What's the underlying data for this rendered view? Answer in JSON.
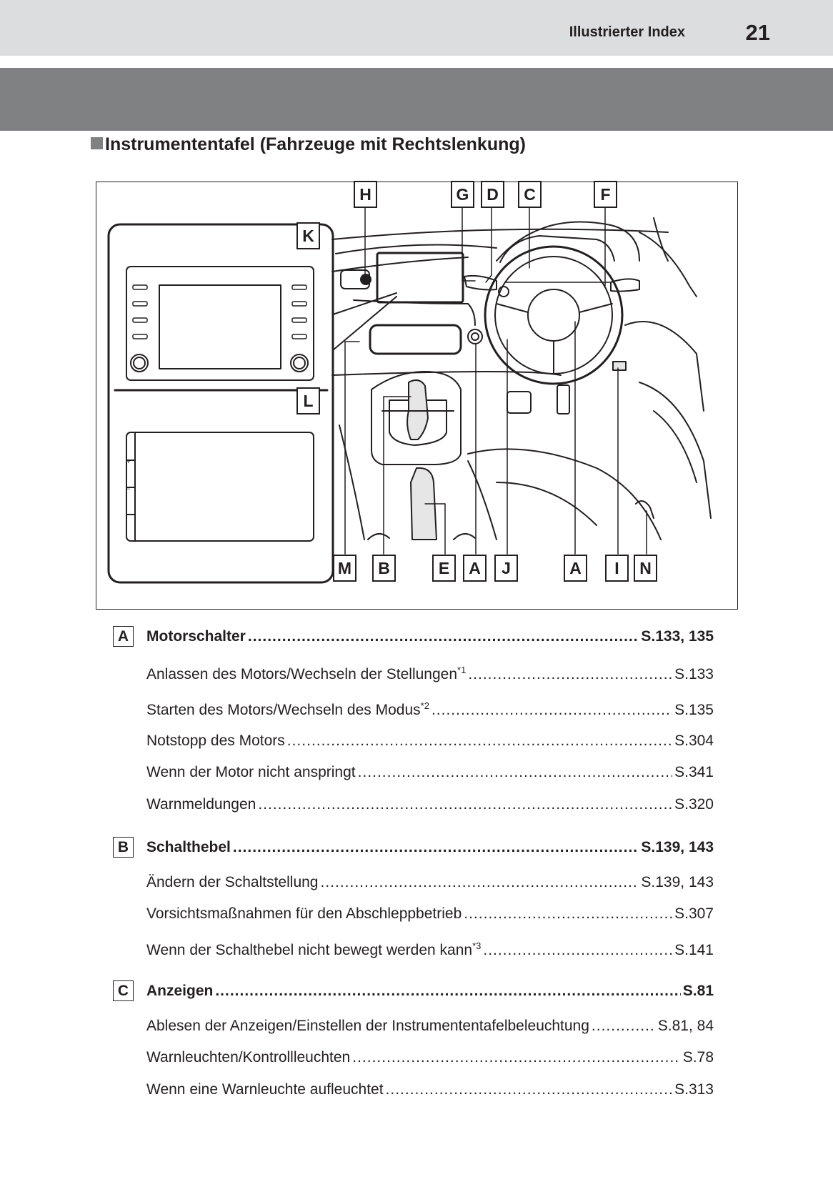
{
  "header": {
    "title": "Illustrierter Index",
    "page_number": "21"
  },
  "section_title": "Instrumententafel (Fahrzeuge mit Rechtslenkung)",
  "figure": {
    "callouts_top": [
      "H",
      "G",
      "D",
      "C",
      "F"
    ],
    "callout_side_k": "K",
    "callout_side_l": "L",
    "callouts_bottom": [
      "M",
      "B",
      "E",
      "A",
      "J",
      "A",
      "I",
      "N"
    ],
    "radio_buttons_left": [
      "",
      "",
      "",
      "",
      ""
    ],
    "radio_buttons_right": [
      "",
      "",
      "",
      "",
      ""
    ],
    "display_buttons": [
      "",
      "+",
      "−",
      ""
    ]
  },
  "groups": [
    {
      "letter": "A",
      "title": "Motorschalter",
      "page": "S.133, 135",
      "items": [
        {
          "label": "Anlassen des Motors/Wechseln der Stellungen",
          "note": "*1",
          "page": "S.133"
        },
        {
          "label": "Starten des Motors/Wechseln des Modus",
          "note": "*2",
          "page": "S.135"
        },
        {
          "label": "Notstopp des Motors",
          "note": "",
          "page": "S.304"
        },
        {
          "label": "Wenn der Motor nicht anspringt",
          "note": "",
          "page": "S.341"
        },
        {
          "label": "Warnmeldungen",
          "note": "",
          "page": "S.320"
        }
      ]
    },
    {
      "letter": "B",
      "title": "Schalthebel",
      "page": "S.139, 143",
      "items": [
        {
          "label": "Ändern der Schaltstellung",
          "note": "",
          "page": "S.139, 143"
        },
        {
          "label": "Vorsichtsmaßnahmen für den Abschleppbetrieb",
          "note": "",
          "page": "S.307"
        },
        {
          "label": "Wenn der Schalthebel nicht bewegt werden kann",
          "note": "*3",
          "page": "S.141"
        }
      ]
    },
    {
      "letter": "C",
      "title": "Anzeigen",
      "page": "S.81",
      "items": [
        {
          "label": "Ablesen der Anzeigen/Einstellen der Instrumententafelbeleuchtung",
          "note": "",
          "page": "S.81, 84"
        },
        {
          "label": "Warnleuchten/Kontrollleuchten",
          "note": "",
          "page": "S.78"
        },
        {
          "label": "Wenn eine Warnleuchte aufleuchtet",
          "note": "",
          "page": "S.313"
        }
      ]
    }
  ]
}
